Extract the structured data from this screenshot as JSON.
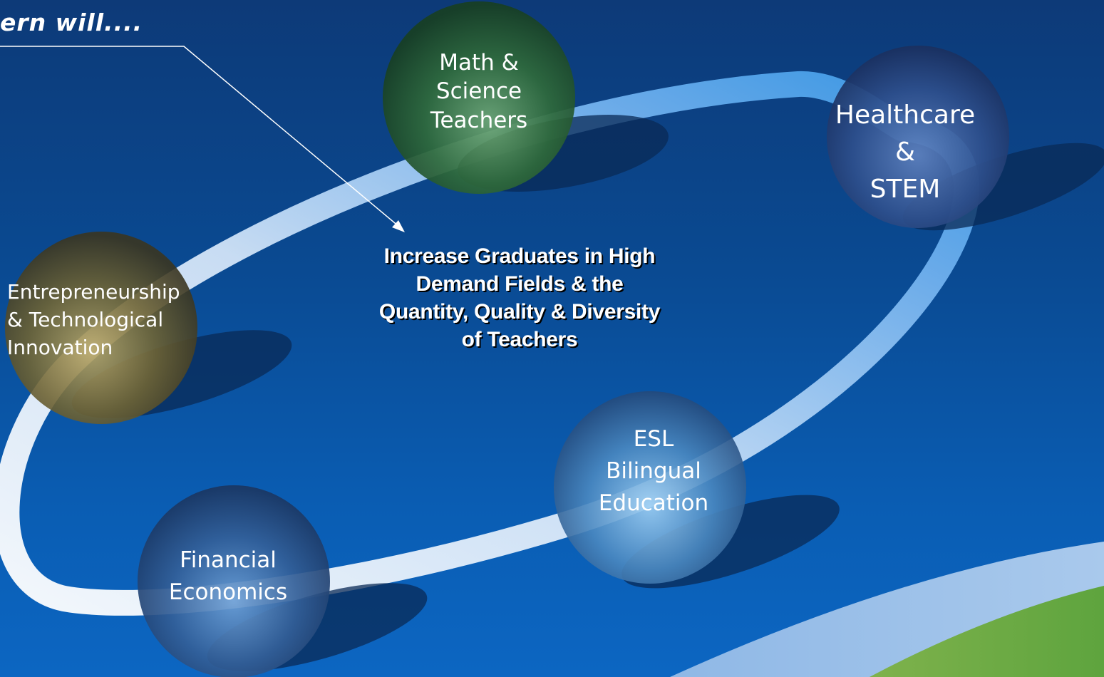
{
  "slide": {
    "header_fragment": "ern will....",
    "center_statement": [
      "Increase Graduates in High",
      "Demand Fields & the",
      "Quantity, Quality & Diversity",
      "of Teachers"
    ],
    "nodes": {
      "math_science": [
        "Math &",
        "Science",
        "Teachers"
      ],
      "healthcare_stem": [
        "Healthcare",
        "&",
        "STEM"
      ],
      "entrepreneurship": [
        "Entrepreneurship",
        "& Technological",
        "Innovation"
      ],
      "esl_bilingual": [
        "ESL",
        "Bilingual",
        "Education"
      ],
      "financial_economics": [
        "Financial",
        "Economics"
      ]
    }
  },
  "colors": {
    "background_top": "#0d3a78",
    "background_bottom": "#0c66c2",
    "ring": "#cfe2f8",
    "math_sphere": "#2e6a3a",
    "healthcare_sphere": "#34579a",
    "entrepreneurship_sphere": "#7a6d38",
    "esl_sphere": "#3f7fb8",
    "financial_sphere": "#2f5c95",
    "swoosh_green": "#6aaa4a"
  }
}
